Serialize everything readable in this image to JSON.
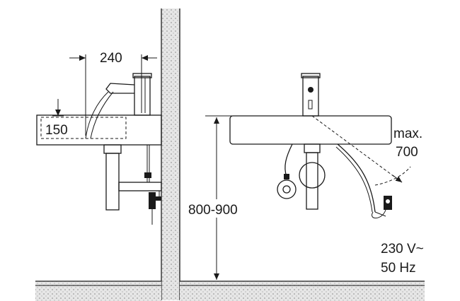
{
  "labels": {
    "spout_reach": "240",
    "spout_height": "150",
    "mount_height": "800-900",
    "cable_reach_line1": "max.",
    "cable_reach_line2": "700",
    "power_line1": "230 V~",
    "power_line2": "50 Hz"
  },
  "colors": {
    "wall_hatch": "#c8c8c8",
    "floor": "#c8c8c8",
    "stroke": "#1a1a1a",
    "background": "#ffffff"
  }
}
